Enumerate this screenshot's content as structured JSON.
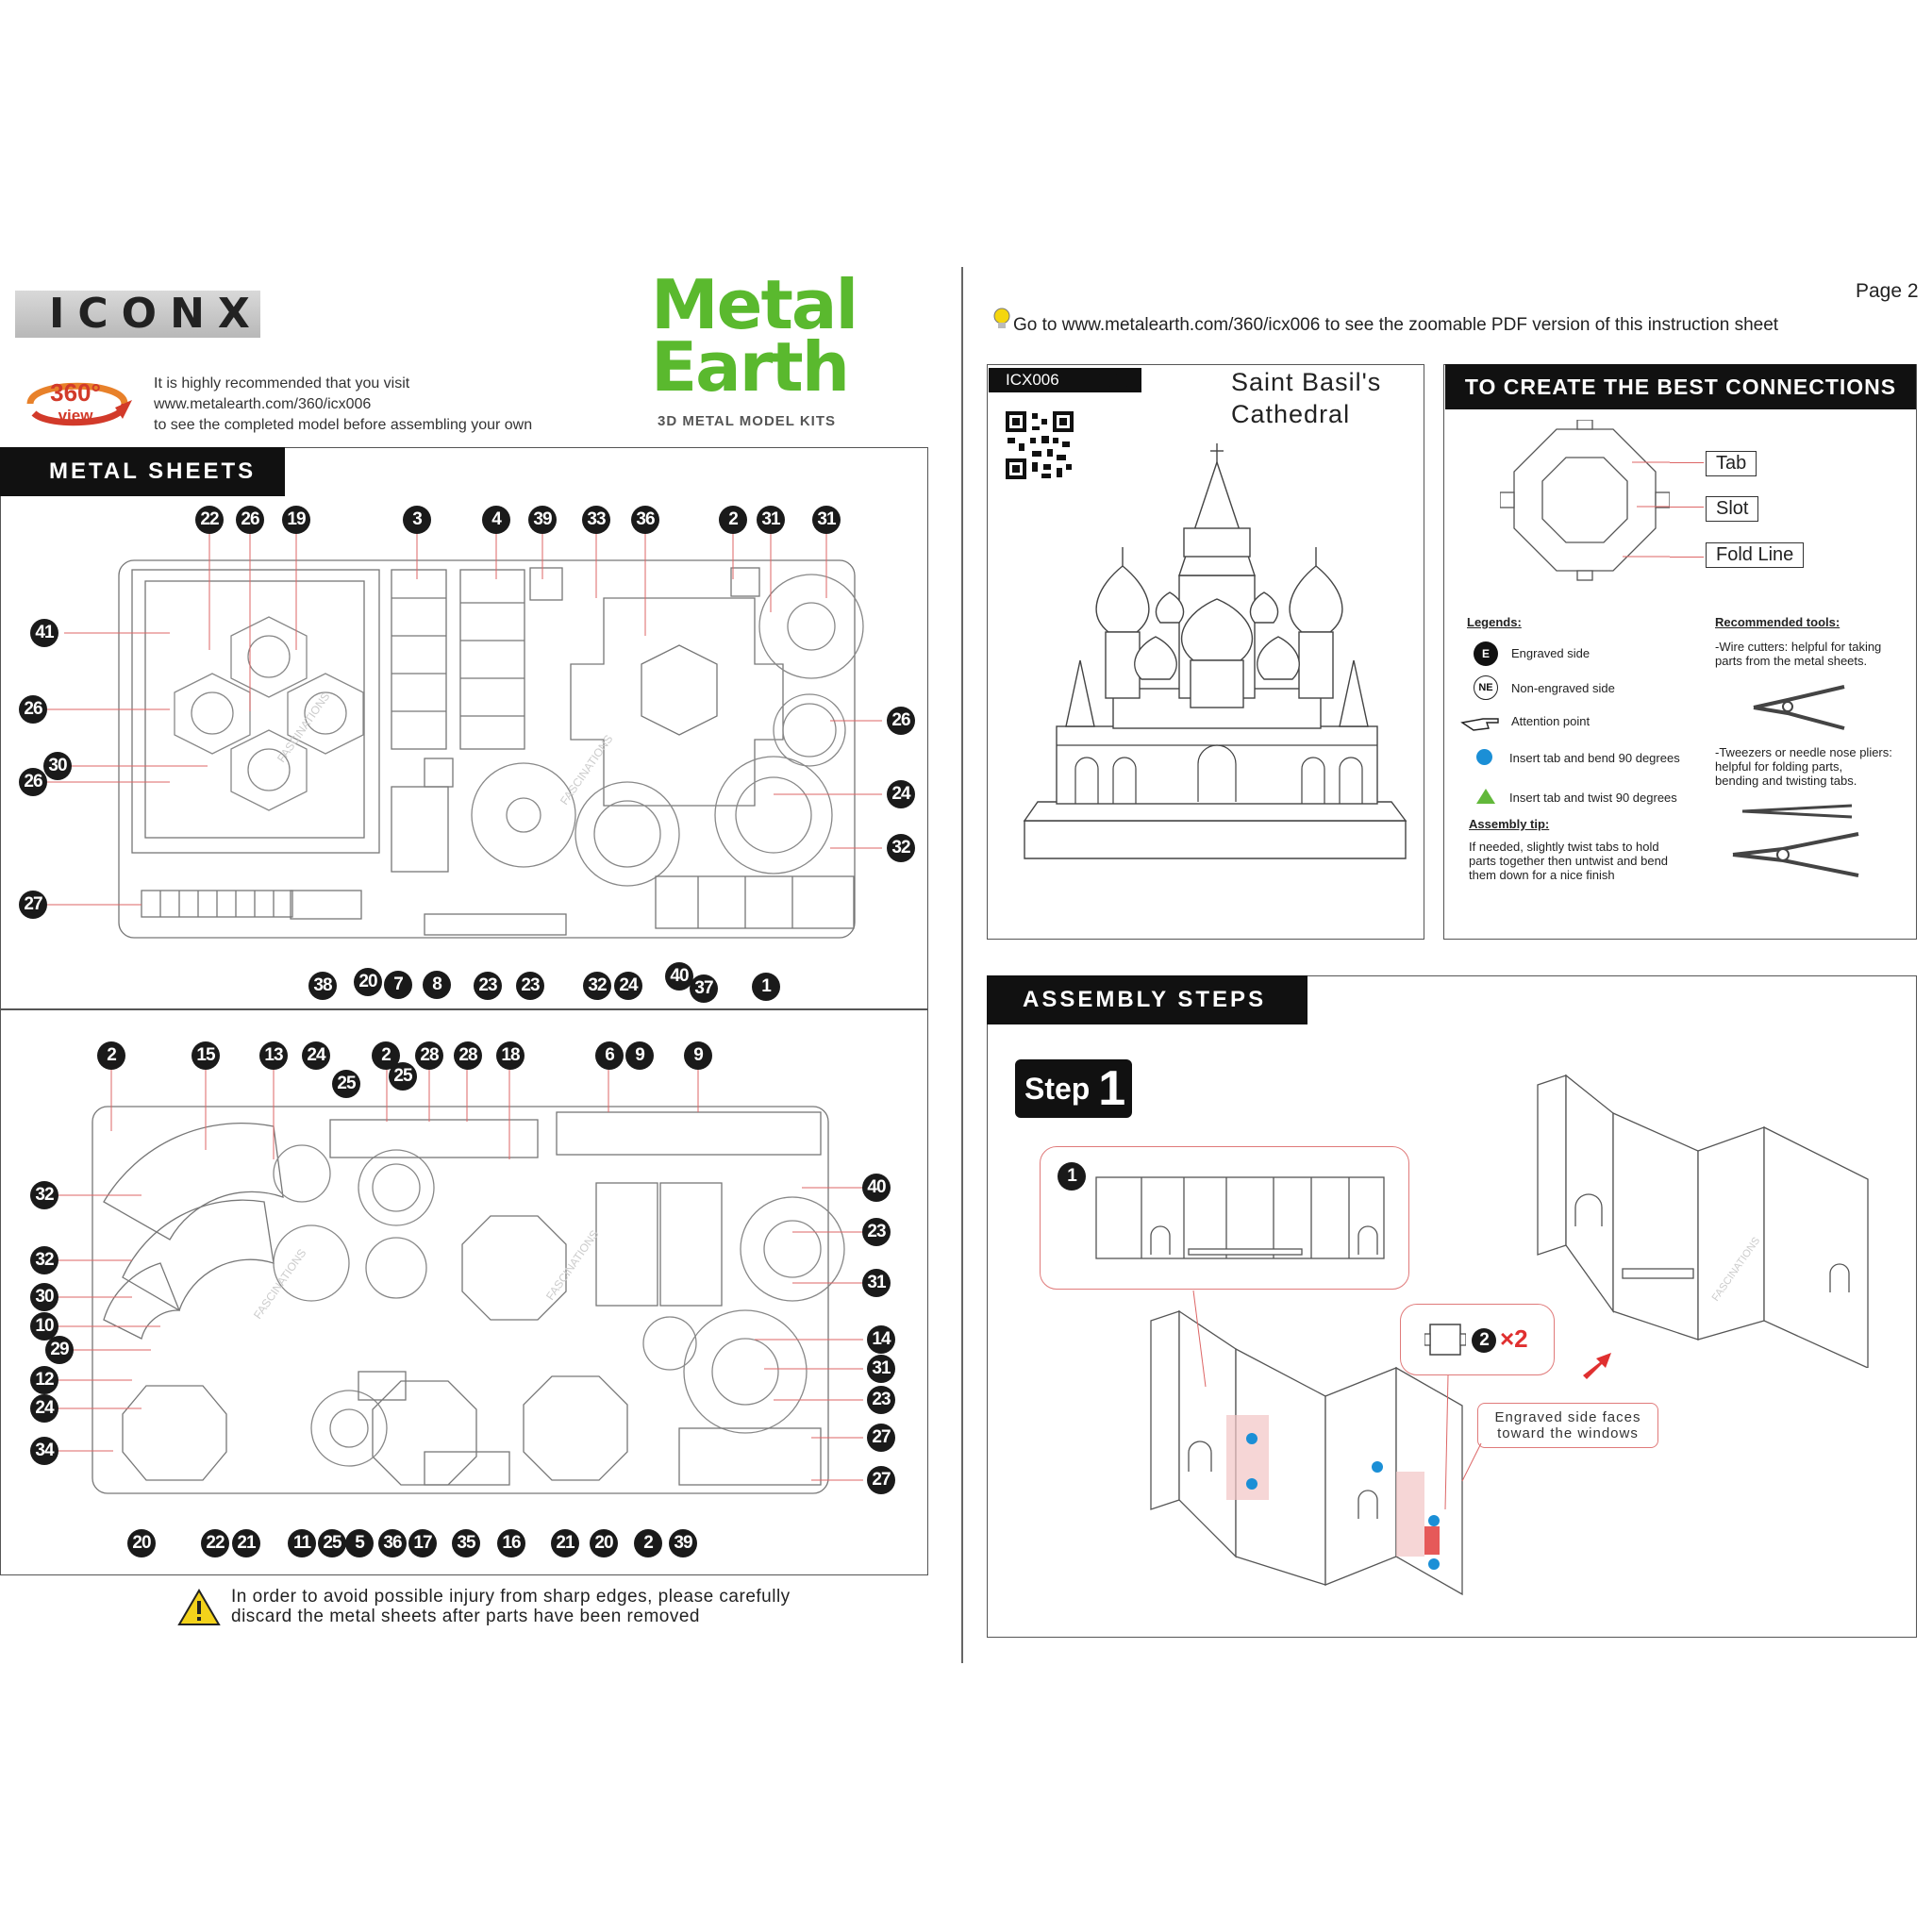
{
  "brand": {
    "iconx": "ICONX",
    "metal_earth_line1": "Metal",
    "metal_earth_line2": "Earth",
    "metal_earth_sub": "3D METAL MODEL KITS",
    "view360_top": "360°",
    "view360_bottom": "view"
  },
  "intro": {
    "line1": "It is highly recommended that you visit",
    "line2": "www.metalearth.com/360/icx006",
    "line3": "to see the completed model before assembling your own"
  },
  "metal_sheets": {
    "title": "METAL SHEETS",
    "sheet1_top": [
      "22",
      "26",
      "19",
      "3",
      "4",
      "39",
      "33",
      "36",
      "2",
      "31",
      "31"
    ],
    "sheet1_left": [
      "41",
      "26",
      "30",
      "26",
      "27"
    ],
    "sheet1_right": [
      "26",
      "24",
      "32"
    ],
    "sheet1_bottom": [
      "38",
      "20",
      "7",
      "8",
      "23",
      "23",
      "32",
      "24",
      "40",
      "37",
      "1"
    ],
    "sheet2_top": [
      "2",
      "15",
      "13",
      "24",
      "25",
      "2",
      "25",
      "28",
      "28",
      "18",
      "6",
      "9",
      "9"
    ],
    "sheet2_left": [
      "32",
      "32",
      "30",
      "10",
      "29",
      "12",
      "24",
      "34"
    ],
    "sheet2_right": [
      "40",
      "23",
      "31",
      "14",
      "31",
      "23",
      "27",
      "27"
    ],
    "sheet2_bottom": [
      "20",
      "22",
      "21",
      "11",
      "25",
      "5",
      "36",
      "17",
      "35",
      "16",
      "21",
      "20",
      "2",
      "39"
    ],
    "watermark": "FASCINATIONS"
  },
  "warning": {
    "line1": "In order to avoid possible injury from sharp edges, please carefully",
    "line2": "discard the metal sheets after parts have been removed"
  },
  "right": {
    "page": "Page 2",
    "goto": "Go to www.metalearth.com/360/icx006 to see the zoomable PDF version of this instruction sheet",
    "model_code": "ICX006",
    "model_name_1": "Saint Basil's",
    "model_name_2": "Cathedral"
  },
  "connections": {
    "title": "TO CREATE THE BEST CONNECTIONS",
    "labels": [
      "Tab",
      "Slot",
      "Fold Line"
    ],
    "legends_head": "Legends:",
    "legends": [
      {
        "icon": "E",
        "text": "Engraved side"
      },
      {
        "icon": "NE",
        "text": "Non-engraved side"
      },
      {
        "icon": "hand",
        "text": "Attention point"
      },
      {
        "icon": "blue-dot",
        "text": "Insert tab and bend 90 degrees"
      },
      {
        "icon": "green-triangle",
        "text": "Insert tab and twist 90 degrees"
      }
    ],
    "tip_head": "Assembly tip:",
    "tip_lines": [
      "If needed, slightly twist tabs to hold",
      "parts together then untwist and bend",
      "them down for a nice finish"
    ],
    "tools_head": "Recommended tools:",
    "tool1": [
      "-Wire cutters: helpful for taking",
      "parts from the metal sheets."
    ],
    "tool2": [
      "-Tweezers or needle nose pliers:",
      "helpful for folding parts,",
      "bending and twisting tabs."
    ],
    "colors": {
      "blue": "#1b8fd6",
      "green": "#62b83a"
    }
  },
  "assembly": {
    "title": "ASSEMBLY STEPS",
    "step_label": "Step",
    "step_number": "1",
    "part_badge": "1",
    "part2_badge": "2",
    "part2_qty": "×2",
    "note_line1": "Engraved side faces",
    "note_line2": "toward the windows"
  }
}
